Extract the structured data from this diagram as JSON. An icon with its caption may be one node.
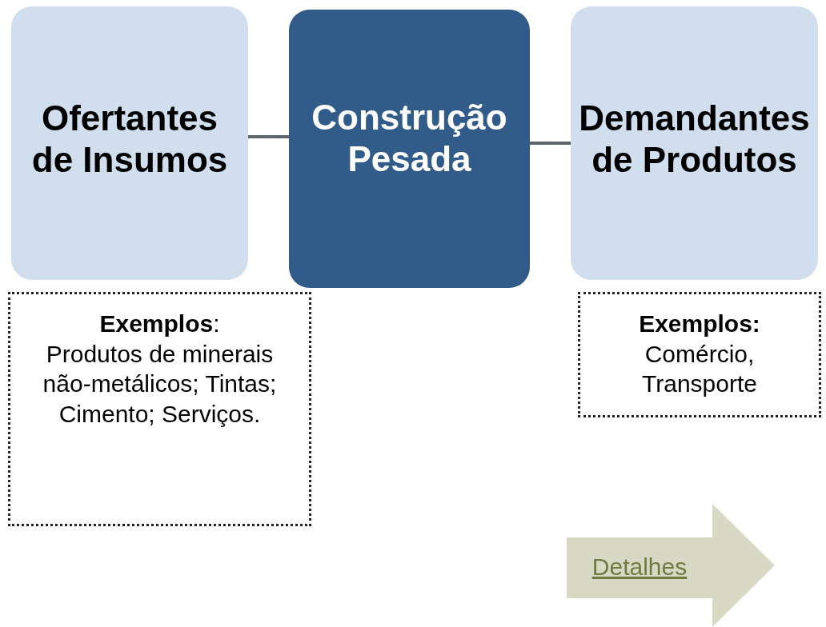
{
  "diagram": {
    "nodes": [
      {
        "text": [
          "Ofertantes de Insumos"
        ]
      },
      {
        "text": [
          "Construção Pesada"
        ]
      },
      {
        "text": [
          "Demandantes de Produtos"
        ]
      },
      {
        "text": [
          "**Exemplos**:",
          "Produtos de minerais não-metálicos; Tintas; Cimento; Serviços."
        ]
      },
      {
        "text": [
          "**Exemplos:**",
          "Comércio, Transporte"
        ]
      },
      {
        "text": [
          "Detalhes"
        ]
      }
    ],
    "edges": [
      {
        "from": 0,
        "to": 1,
        "arrow": "none"
      },
      {
        "from": 1,
        "to": 2,
        "arrow": "none"
      }
    ]
  }
}
